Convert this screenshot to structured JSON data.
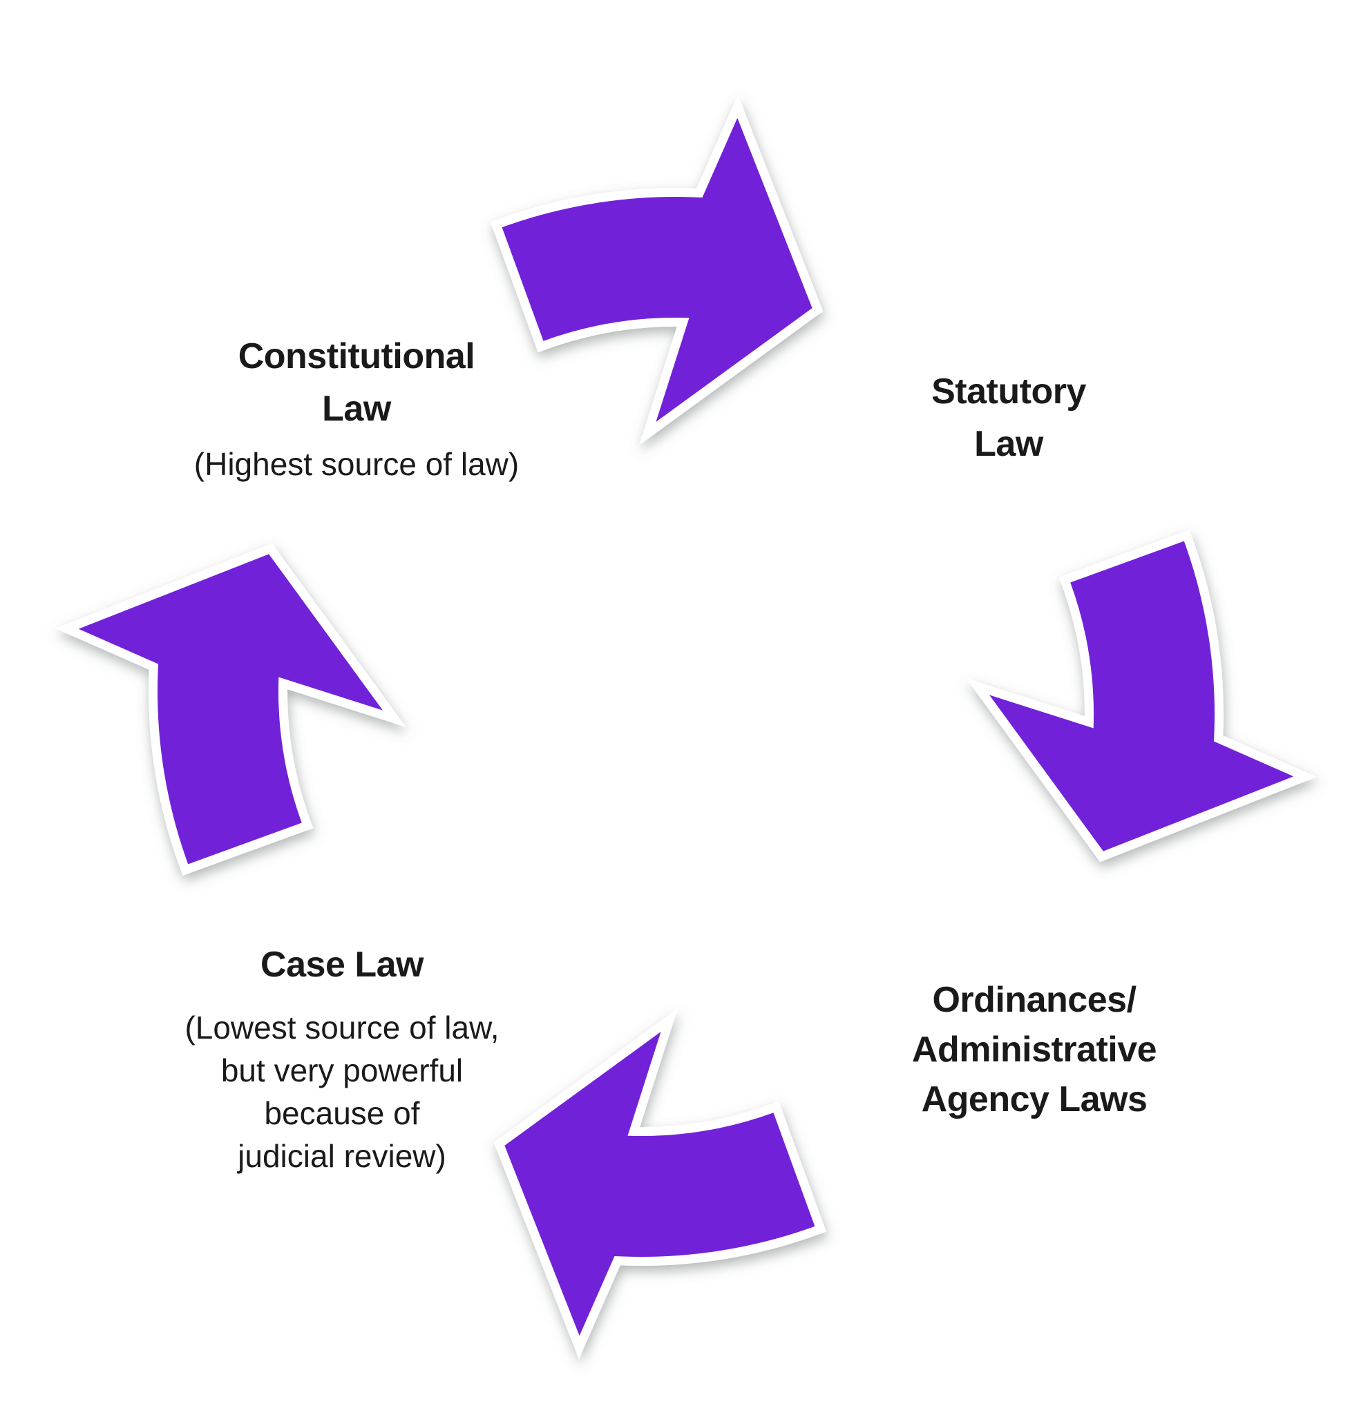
{
  "diagram": {
    "type": "cycle",
    "direction": "clockwise",
    "cycle_order": [
      "Constitutional Law",
      "Statutory Law",
      "Ordinances/Administrative Agency Laws",
      "Case Law"
    ]
  },
  "colors": {
    "background": "#FFFFFF",
    "arrow_fill": "#7122D8",
    "arrow_outline": "#FFFFFF",
    "arrow_shadow": "#64706B",
    "text": "#1A1A1A"
  },
  "nodes": {
    "constitutional": {
      "title_lines": [
        "Constitutional",
        "Law"
      ],
      "subtitle_lines": [
        "(Highest source of law)"
      ]
    },
    "statutory": {
      "title_lines": [
        "Statutory",
        "Law"
      ]
    },
    "ordinances": {
      "title_lines": [
        "Ordinances/",
        "Administrative",
        "Agency Laws"
      ]
    },
    "case": {
      "title_lines": [
        "Case Law"
      ],
      "subtitle_lines": [
        "(Lowest source of law,",
        "but very powerful",
        "because of",
        "judicial review)"
      ]
    }
  }
}
